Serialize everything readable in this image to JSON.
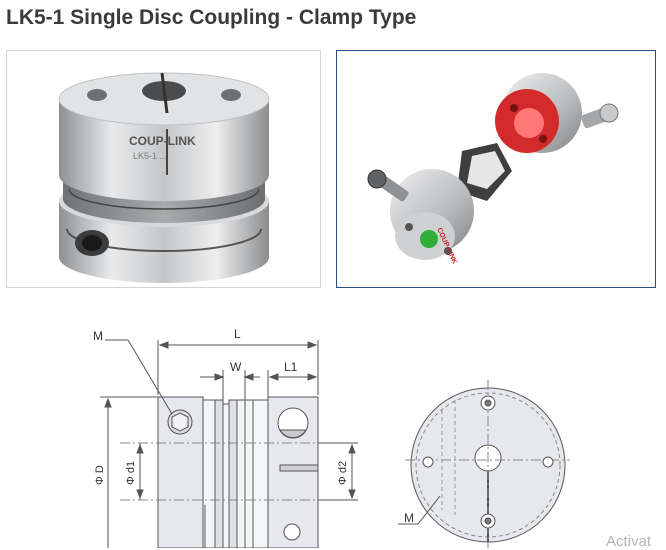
{
  "page": {
    "title": "LK5-1 Single Disc Coupling - Clamp Type"
  },
  "product_photo": {
    "brand_text": "COUP-LINK",
    "model_text": "LK5-1 ..."
  },
  "exploded_photo": {
    "brand_text": "COUP-LINK"
  },
  "drawing": {
    "labels": {
      "m_front": "M",
      "length": "L",
      "disc_width": "W",
      "hub_length": "L1",
      "outer_diameter": "Φ D",
      "bore_d1": "Φ d1",
      "bore_d2": "Φ d2",
      "m_side": "M"
    }
  },
  "watermark": {
    "text": "Activat"
  }
}
